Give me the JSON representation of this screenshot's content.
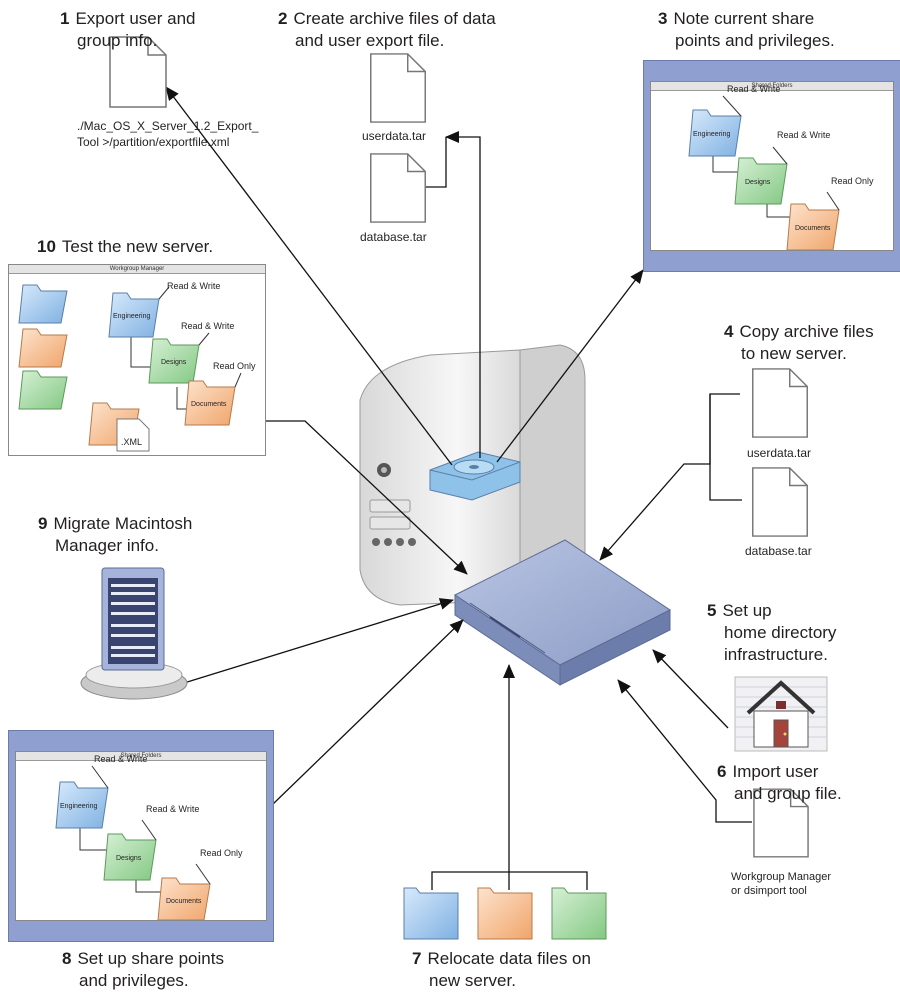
{
  "steps": {
    "s1": {
      "num": "1",
      "line1": "Export user and",
      "line2": "group info."
    },
    "s2": {
      "num": "2",
      "line1": "Create archive files of data",
      "line2": "and user export file."
    },
    "s3": {
      "num": "3",
      "line1": "Note current share",
      "line2": "points and privileges."
    },
    "s4": {
      "num": "4",
      "line1": "Copy archive files",
      "line2": "to new server."
    },
    "s5": {
      "num": "5",
      "line1": "Set up",
      "line2": "home directory",
      "line3": "infrastructure."
    },
    "s6": {
      "num": "6",
      "line1": "Import user",
      "line2": "and group file."
    },
    "s7": {
      "num": "7",
      "line1": "Relocate data files on",
      "line2": "new server."
    },
    "s8": {
      "num": "8",
      "line1": "Set up share points",
      "line2": "and privileges."
    },
    "s9": {
      "num": "9",
      "line1": "Migrate Macintosh",
      "line2": "Manager info."
    },
    "s10": {
      "num": "10",
      "line1": "Test the new server."
    }
  },
  "captions": {
    "export_cmd_1": "./Mac_OS_X_Server_1.2_Export_",
    "export_cmd_2": "Tool >/partition/exportfile.xml",
    "userdata": "userdata.tar",
    "database": "database.tar",
    "userdata2": "userdata.tar",
    "database2": "database.tar",
    "import_tool_1": "Workgroup Manager",
    "import_tool_2": "or dsimport tool"
  },
  "windows": {
    "shared_folders_title": "Shared Folders",
    "workgroup_title": "Workgroup Manager",
    "read_write": "Read & Write",
    "read_only": "Read Only",
    "engineering": "Engineering",
    "designs": "Designs",
    "documents": "Documents",
    "xml": ".XML"
  },
  "colors": {
    "blue_folder": "#9cc3ea",
    "orange_folder": "#f4b98a",
    "green_folder": "#9fd39e",
    "window_frame": "#8f9fd0",
    "server": "#9aa9cf"
  }
}
